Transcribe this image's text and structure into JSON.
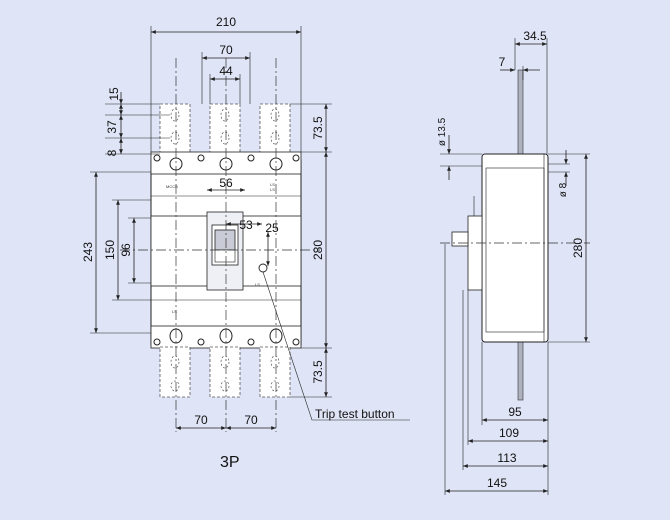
{
  "front_view": {
    "dims": {
      "overall_width": "210",
      "terminal_pitch_top": "70",
      "terminal_width": "44",
      "hole_offset_1": "15",
      "hole_spacing": "37",
      "hole_offset_2": "8",
      "terminal_height_top": "73.5",
      "handle_width": "56",
      "handle_window": "53",
      "trip_offset": "25",
      "overall_height": "280",
      "mounting_243": "243",
      "mounting_150": "150",
      "mounting_96": "96",
      "terminal_height_bottom": "73.5",
      "pitch_bottom_left": "70",
      "pitch_bottom_right": "70"
    },
    "callout": "Trip test button",
    "caption": "3P",
    "labels": {
      "model": "MCCB",
      "brand": "LS",
      "frame": "LS",
      "rating": "LS",
      "nameplate": "LS"
    }
  },
  "side_view": {
    "dims": {
      "top_34_5": "34.5",
      "top_7": "7",
      "hole_dia": "ø 13.5",
      "stud_dia": "ø 8",
      "height": "280",
      "d95": "95",
      "d109": "109",
      "d113": "113",
      "d145": "145"
    }
  }
}
